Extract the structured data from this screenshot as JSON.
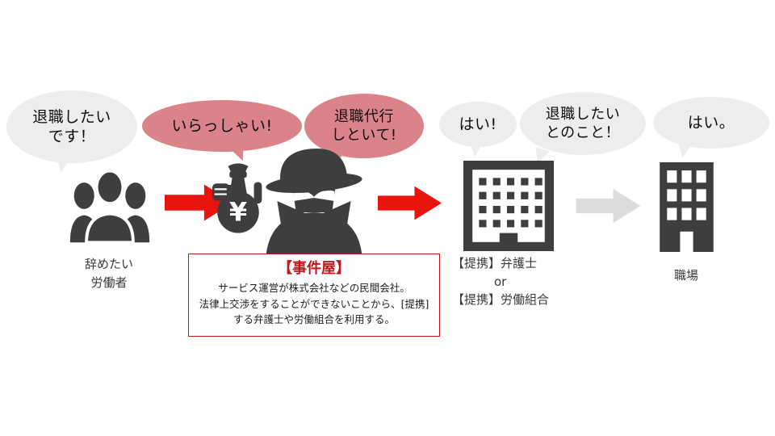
{
  "colors": {
    "accent_red": "#e8150c",
    "bubble_pink": "#db838b",
    "bubble_gray": "#ededee",
    "icon_dark": "#3e3e40",
    "box_border_red": "#c3161c",
    "arrow_gray": "#dcdcde"
  },
  "bubbles": {
    "worker_lines": [
      "退職したい",
      "です！"
    ],
    "agency_welcome": "いらっしゃい!",
    "agency_request_lines": [
      "退職代行",
      "しといて!"
    ],
    "partner_yes": "はい!",
    "partner_relay_lines": [
      "退職したい",
      "とのこと！"
    ],
    "workplace_yes": "はい。"
  },
  "labels": {
    "worker_lines": [
      "辞めたい",
      "労働者"
    ],
    "partner_lines": [
      "【提携】弁護士",
      "or",
      "【提携】労働組合"
    ],
    "workplace": "職場"
  },
  "info_box": {
    "title": "【事件屋】",
    "body_lines": [
      "サービス運営が株式会社などの民間会社。",
      "法律上交渉をすることができないことから、[提携]",
      "する弁護士や労働組合を利用する。"
    ]
  },
  "icons": {
    "workers": "workers-group-icon",
    "money": "money-bag-icon",
    "spy": "spy-icon",
    "partner_building": "office-building-icon",
    "workplace_building": "workplace-building-icon",
    "flow_arrow": "arrow-right-icon"
  }
}
